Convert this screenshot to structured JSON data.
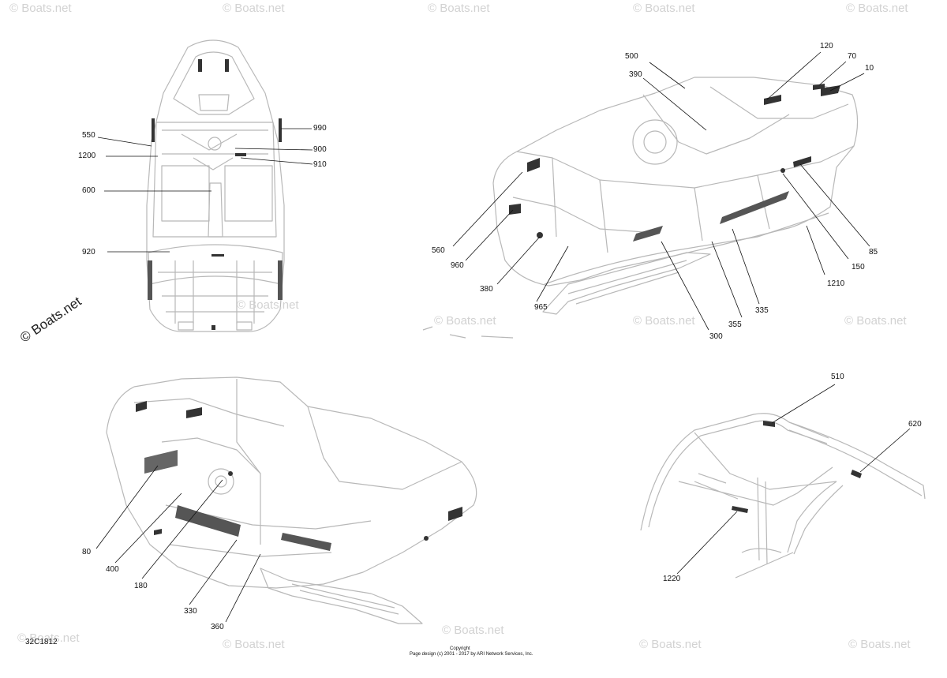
{
  "watermark_text": "© Boats.net",
  "diagram_id": "32C1812",
  "copyright": {
    "title": "Copyright",
    "text": "Page design (c) 2001 - 2017 by ARI Network Services, Inc."
  },
  "callouts": [
    "500",
    "120",
    "70",
    "10",
    "390",
    "990",
    "550",
    "900",
    "1200",
    "910",
    "600",
    "85",
    "920",
    "560",
    "150",
    "960",
    "1210",
    "380",
    "965",
    "335",
    "355",
    "300",
    "510",
    "620",
    "80",
    "400",
    "180",
    "330",
    "360",
    "1220"
  ]
}
